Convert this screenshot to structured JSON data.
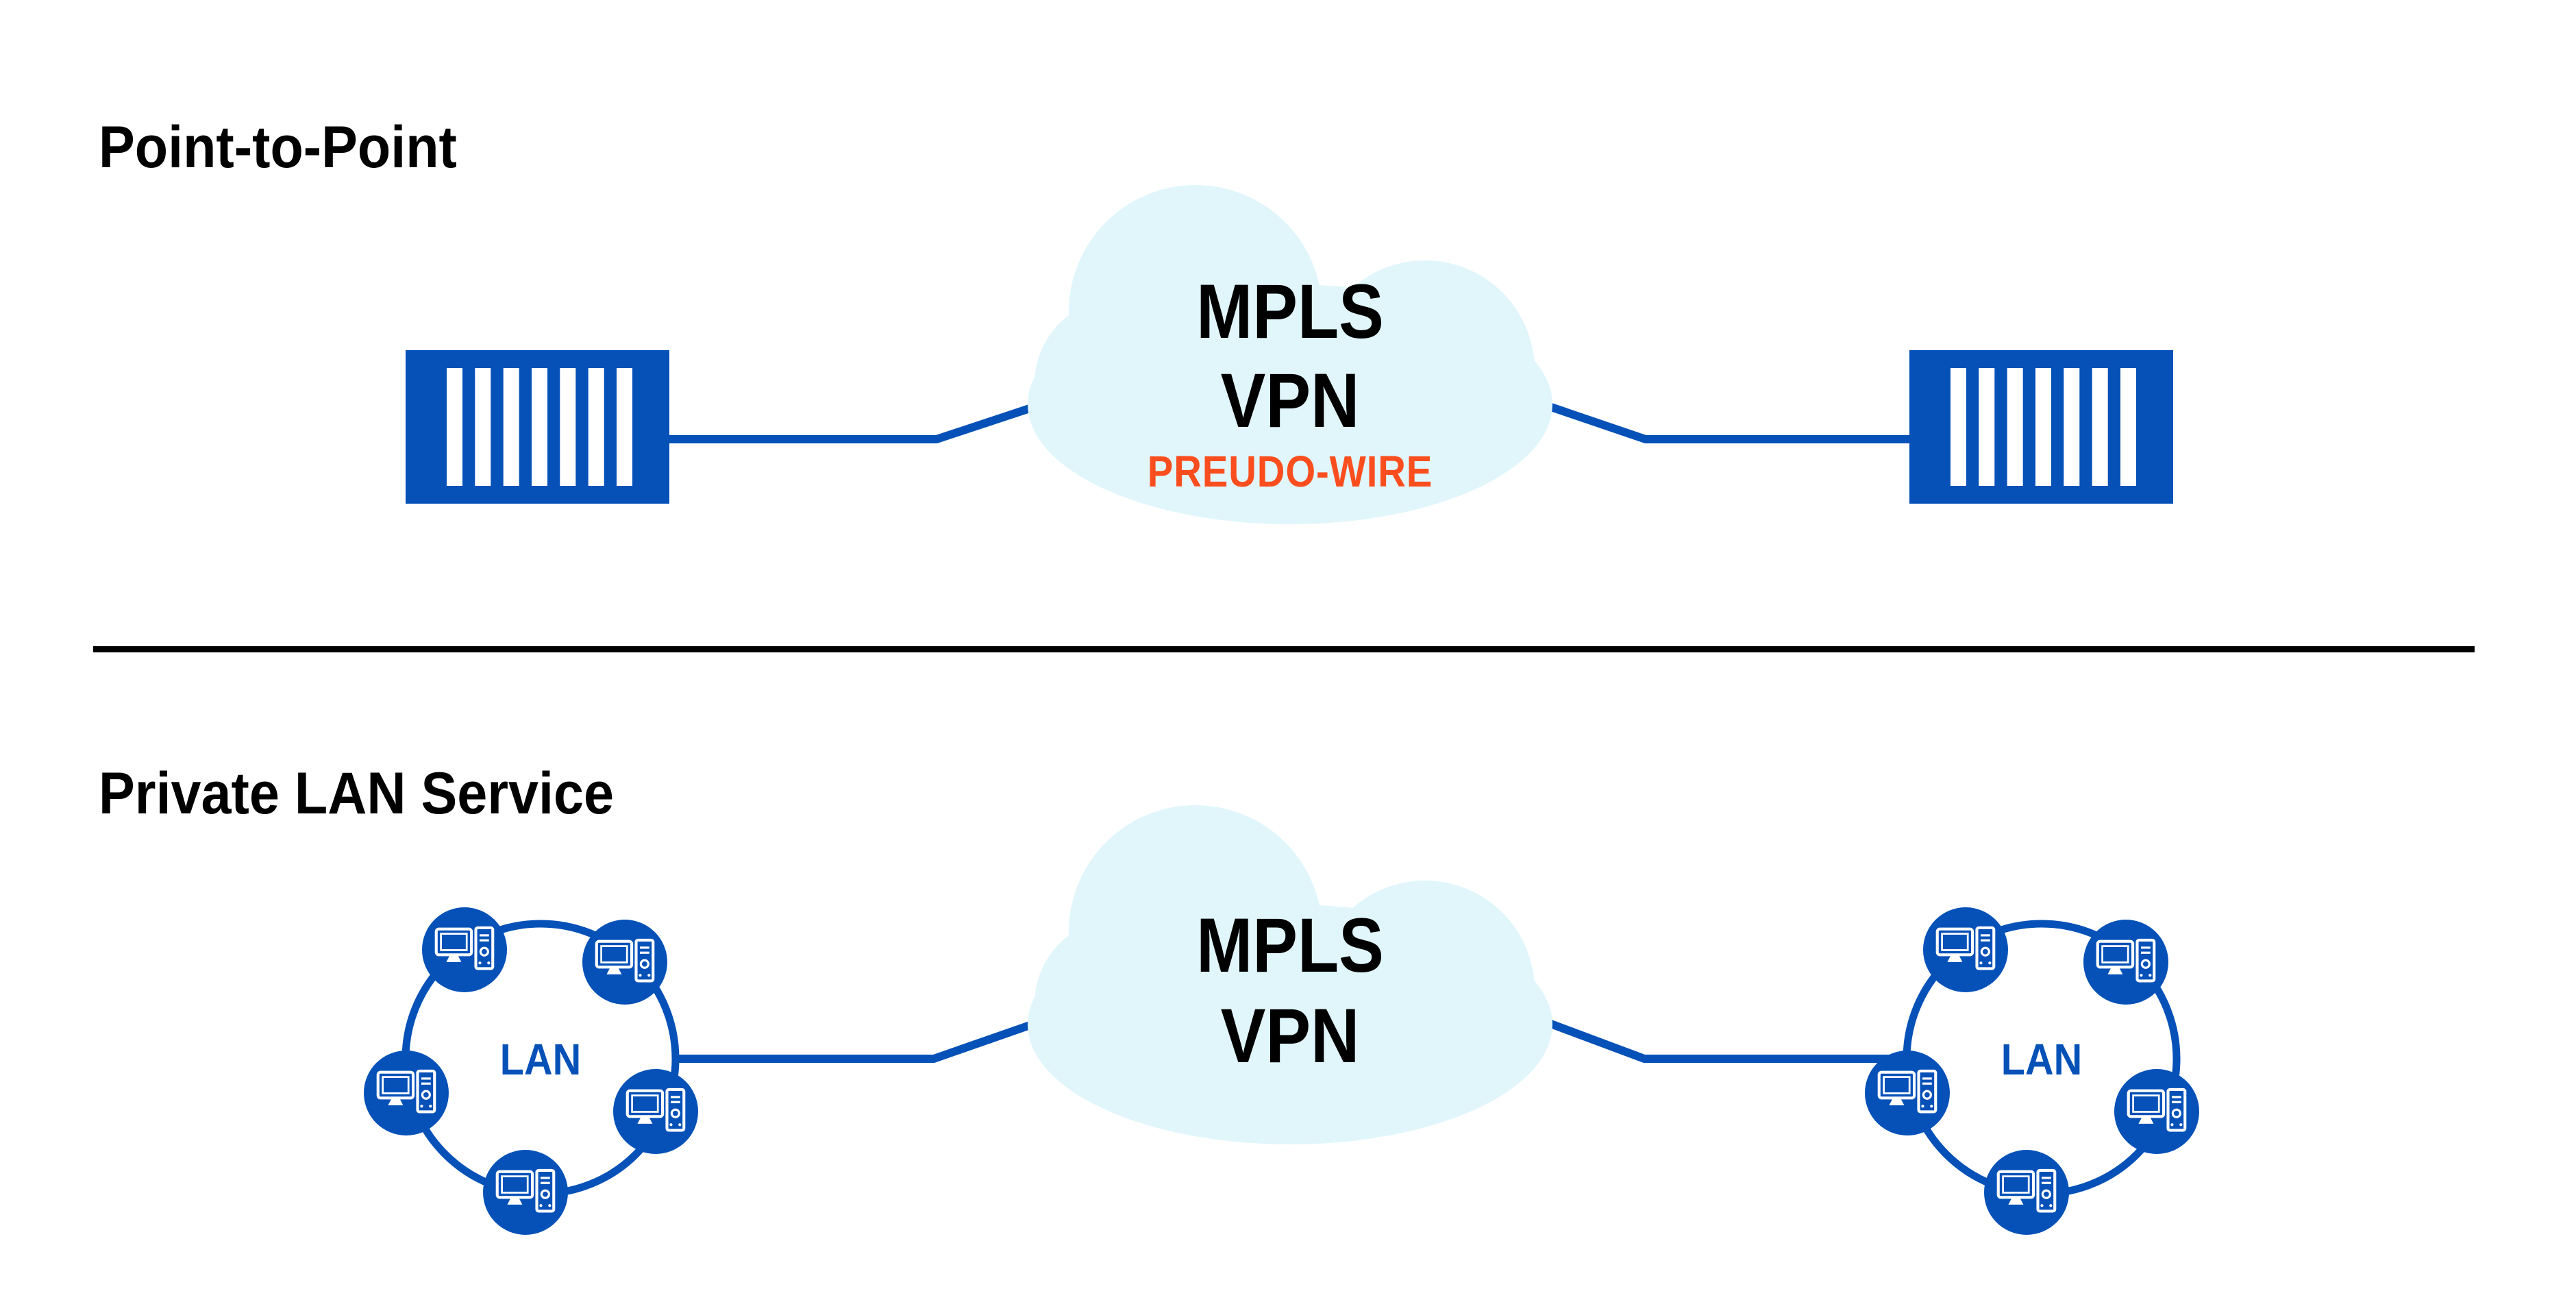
{
  "colors": {
    "primary_blue": "#0551B8",
    "cloud_blue": "#E1F6FB",
    "accent_orange": "#FA4E1E",
    "divider": "#000000",
    "text_black": "#000000",
    "background": "#FFFFFF"
  },
  "top_section": {
    "title": "Point-to-Point",
    "cloud": {
      "line1": "MPLS",
      "line2": "VPN",
      "line3": "PREUDO-WIRE"
    }
  },
  "bottom_section": {
    "title": "Private LAN Service",
    "cloud": {
      "line1": "MPLS",
      "line2": "VPN"
    },
    "left_ring": {
      "label": "LAN",
      "computer_count": 5
    },
    "right_ring": {
      "label": "LAN",
      "computer_count": 5
    }
  },
  "icons": {
    "endpoint_device": "striped-switch-icon",
    "ring_node": "desktop-computer-icon",
    "network": "cloud-icon"
  }
}
